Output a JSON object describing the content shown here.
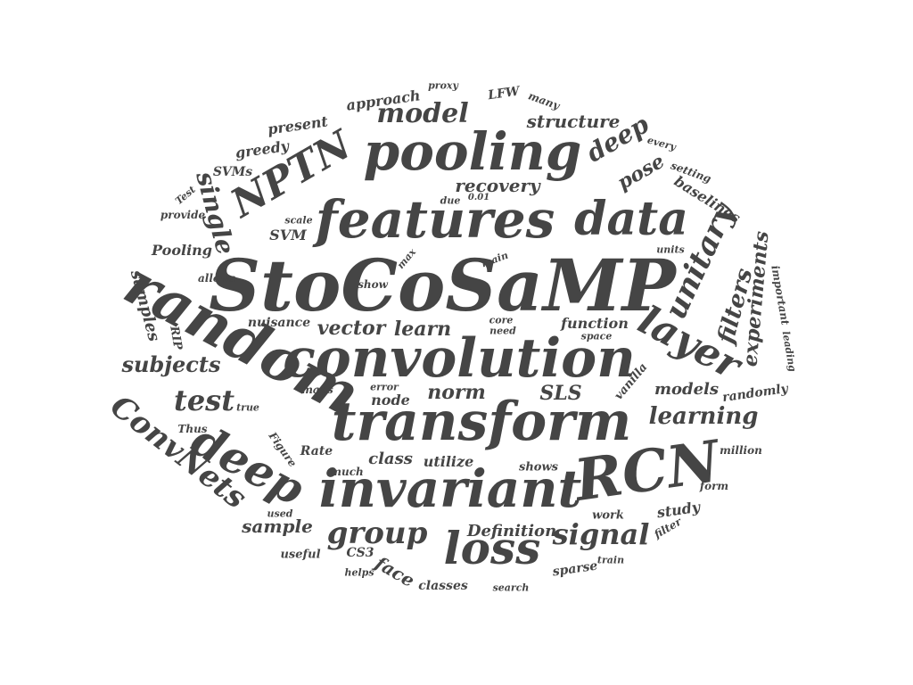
{
  "words": [
    {
      "text": "StoCoSaMP",
      "color": "#454545"
    },
    {
      "text": "random",
      "color": "#454545"
    },
    {
      "text": "convolution",
      "color": "#454545"
    },
    {
      "text": "transform",
      "color": "#454545"
    },
    {
      "text": "invariant",
      "color": "#454545"
    },
    {
      "text": "features",
      "color": "#454545"
    },
    {
      "text": "pooling",
      "color": "#454545"
    },
    {
      "text": "data",
      "color": "#454545"
    },
    {
      "text": "loss",
      "color": "#454545"
    },
    {
      "text": "RCN",
      "color": "#454545"
    },
    {
      "text": "deep",
      "color": "#454545"
    },
    {
      "text": "layer",
      "color": "#454545"
    },
    {
      "text": "NPTN",
      "color": "#454545"
    },
    {
      "text": "ConvNets",
      "color": "#454545"
    },
    {
      "text": "unitary",
      "color": "#454545"
    },
    {
      "text": "group",
      "color": "#454545"
    },
    {
      "text": "signal",
      "color": "#454545"
    },
    {
      "text": "single",
      "color": "#454545"
    },
    {
      "text": "model",
      "color": "#454545"
    },
    {
      "text": "test",
      "color": "#454545"
    },
    {
      "text": "learning",
      "color": "#454545"
    },
    {
      "text": "filters",
      "color": "#454545"
    },
    {
      "text": "deep",
      "color": "#454545"
    },
    {
      "text": "experiments",
      "color": "#454545"
    },
    {
      "text": "subjects",
      "color": "#454545"
    },
    {
      "text": "vector",
      "color": "#454545"
    },
    {
      "text": "learn",
      "color": "#454545"
    },
    {
      "text": "norm",
      "color": "#454545"
    },
    {
      "text": "structure",
      "color": "#454545"
    },
    {
      "text": "pose",
      "color": "#454545"
    },
    {
      "text": "samples",
      "color": "#454545"
    },
    {
      "text": "recovery",
      "color": "#454545"
    },
    {
      "text": "SLS",
      "color": "#454545"
    },
    {
      "text": "models",
      "color": "#454545"
    },
    {
      "text": "sample",
      "color": "#454545"
    },
    {
      "text": "face",
      "color": "#454545"
    },
    {
      "text": "Definition",
      "color": "#454545"
    },
    {
      "text": "baselines",
      "color": "#454545"
    },
    {
      "text": "Pooling",
      "color": "#454545"
    },
    {
      "text": "SVM",
      "color": "#454545"
    },
    {
      "text": "class",
      "color": "#454545"
    },
    {
      "text": "approach",
      "color": "#454545"
    },
    {
      "text": "present",
      "color": "#454545"
    },
    {
      "text": "greedy",
      "color": "#454545"
    },
    {
      "text": "node",
      "color": "#454545"
    },
    {
      "text": "utilize",
      "color": "#454545"
    },
    {
      "text": "function",
      "color": "#454545"
    },
    {
      "text": "study",
      "color": "#454545"
    },
    {
      "text": "nuisance",
      "color": "#454545"
    },
    {
      "text": "vanilla",
      "color": "#454545"
    },
    {
      "text": "SVMs",
      "color": "#454545"
    },
    {
      "text": "LFW",
      "color": "#454545"
    },
    {
      "text": "important",
      "color": "#454545"
    },
    {
      "text": "leading",
      "color": "#454545"
    },
    {
      "text": "Rate",
      "color": "#454545"
    },
    {
      "text": "randomly",
      "color": "#454545"
    },
    {
      "text": "CS3",
      "color": "#454545"
    },
    {
      "text": "sparse",
      "color": "#454545"
    },
    {
      "text": "classes",
      "color": "#454545"
    },
    {
      "text": "work",
      "color": "#454545"
    },
    {
      "text": "useful",
      "color": "#454545"
    },
    {
      "text": "many",
      "color": "#454545"
    },
    {
      "text": "proxy",
      "color": "#454545"
    },
    {
      "text": "every",
      "color": "#454545"
    },
    {
      "text": "setting",
      "color": "#454545"
    },
    {
      "text": "Test",
      "color": "#454545"
    },
    {
      "text": "provide",
      "color": "#454545"
    },
    {
      "text": "due",
      "color": "#454545"
    },
    {
      "text": "0.01",
      "color": "#454545"
    },
    {
      "text": "scale",
      "color": "#454545"
    },
    {
      "text": "max",
      "color": "#454545"
    },
    {
      "text": "main",
      "color": "#454545"
    },
    {
      "text": "units",
      "color": "#454545"
    },
    {
      "text": "allows",
      "color": "#454545"
    },
    {
      "text": "show",
      "color": "#454545"
    },
    {
      "text": "RIP",
      "color": "#454545"
    },
    {
      "text": "core",
      "color": "#454545"
    },
    {
      "text": "need",
      "color": "#454545"
    },
    {
      "text": "space",
      "color": "#454545"
    },
    {
      "text": "maps",
      "color": "#454545"
    },
    {
      "text": "error",
      "color": "#454545"
    },
    {
      "text": "true",
      "color": "#454545"
    },
    {
      "text": "Thus",
      "color": "#454545"
    },
    {
      "text": "Figure",
      "color": "#454545"
    },
    {
      "text": "much",
      "color": "#454545"
    },
    {
      "text": "shows",
      "color": "#454545"
    },
    {
      "text": "million",
      "color": "#454545"
    },
    {
      "text": "form",
      "color": "#454545"
    },
    {
      "text": "used",
      "color": "#454545"
    },
    {
      "text": "filter",
      "color": "#454545"
    },
    {
      "text": "train",
      "color": "#454545"
    },
    {
      "text": "helps",
      "color": "#454545"
    },
    {
      "text": "search",
      "color": "#454545"
    }
  ]
}
